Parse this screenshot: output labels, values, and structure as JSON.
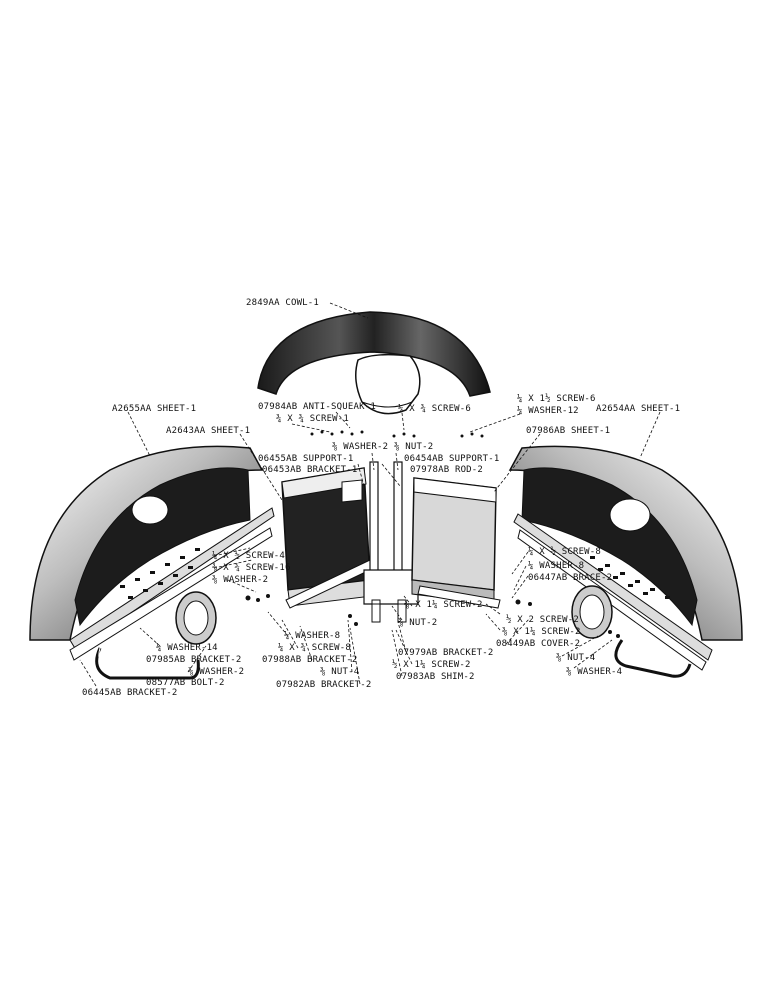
{
  "labels": {
    "cowl": "2849AA COWL-1",
    "anti_squeak": "07984AB ANTI-SQUEAK-1",
    "screw_34x34": "¾ X ¾ SCREW-1",
    "screw_14x34_6": "¼ X ¾ SCREW-6",
    "screw_14x112_6": "¼ X 1½ SCREW-6",
    "washer_12": "¼ WASHER-12",
    "sheet_a2655": "A2655AA SHEET-1",
    "sheet_a2654": "A2654AA SHEET-1",
    "sheet_a2643": "A2643AA SHEET-1",
    "sheet_07986": "07986AB SHEET-1",
    "washer_2_top": "⅜ WASHER-2",
    "nut_2_top": "⅜ NUT-2",
    "support_06455": "06455AB SUPPORT-1",
    "bracket_06453": "06453AB BRACKET-1",
    "support_06454": "06454AB SUPPORT-1",
    "rod_07978": "07978AB ROD-2",
    "screw_14x12_4": "¼ X ½ SCREW-4",
    "screw_38x34_16": "⅜ X ¾ SCREW-16",
    "washer_2_left": "⅜ WASHER-2",
    "screw_14x12_8": "¼ X ½ SCREW-8",
    "washer_8_right": "¼ WASHER-8",
    "brace_06447": "06447AB BRACE-2",
    "washer_14": "¼ WASHER-14",
    "bracket_07985": "07985AB BRACKET-2",
    "washer_2_lower": "⅜ WASHER-2",
    "bolt_08577": "08577AB BOLT-2",
    "bracket_06445": "06445AB BRACKET-2",
    "washer_8_mid": "¼ WASHER-8",
    "screw_14x34_8": "¼ X ¾ SCREW-8",
    "bracket_07988": "07988AB BRACKET-2",
    "nut_4_mid": "⅜ NUT-4",
    "bracket_07982": "07982AB BRACKET-2",
    "screw_38x114_2_a": "⅜ X 1¼ SCREW-2",
    "nut_2_mid": "⅜ NUT-2",
    "bracket_07979": "07979AB BRACKET-2",
    "screw_12x114_2": "½ X 1¼ SCREW-2",
    "shim_07983": "07983AB SHIM-2",
    "screw_12x2_2": "½ X 2 SCREW-2",
    "screw_38x114_2_b": "⅜ X 1¼ SCREW-2",
    "cover_08449": "08449AB COVER-2",
    "nut_4_right": "⅜ NUT-4",
    "washer_4_right": "⅜ WASHER-4"
  },
  "colors": {
    "ink": "#111111",
    "paper": "#ffffff",
    "shade": "#2a2a2a"
  }
}
